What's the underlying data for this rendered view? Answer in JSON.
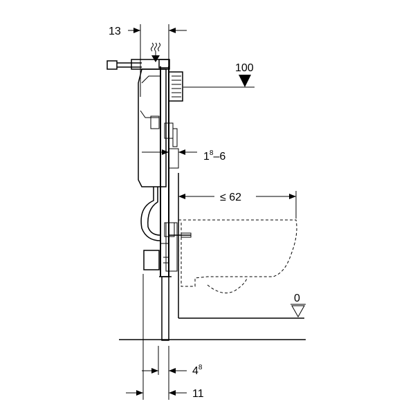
{
  "dimensions": {
    "top_offset": "13",
    "height_label": "100",
    "wall_range_main": "1",
    "wall_range_sup": "8",
    "wall_range_rest": "–6",
    "projection": "≤ 62",
    "floor_level": "0",
    "bottom_offset_main": "4",
    "bottom_offset_sup": "8",
    "bottom_total": "11"
  },
  "icons": {
    "heat": "heat-wave-icon",
    "level_marker": "level-triangle-icon"
  }
}
